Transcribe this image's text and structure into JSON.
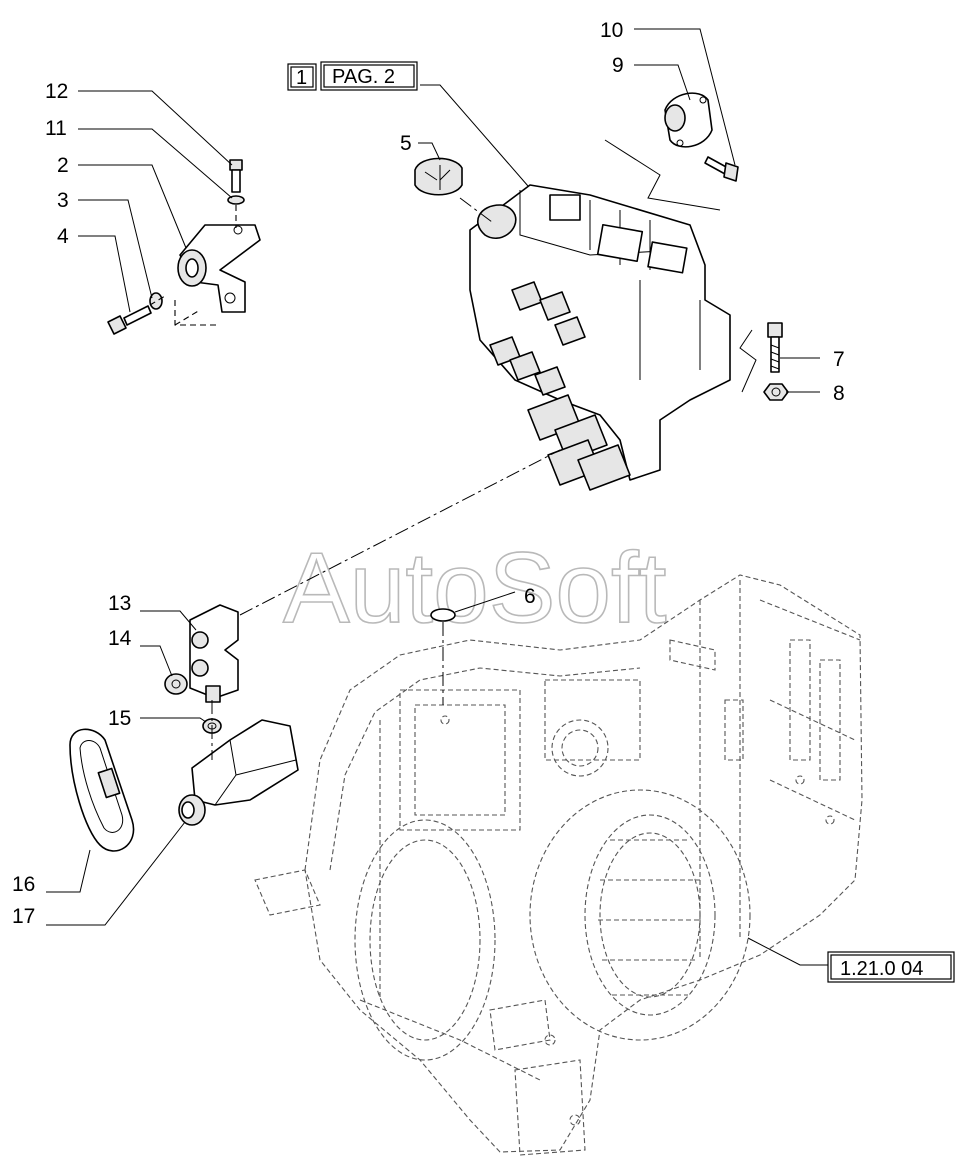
{
  "watermark": "AutoSoft",
  "part_numbers": [
    "1",
    "2",
    "3",
    "4",
    "5",
    "6",
    "7",
    "8",
    "9",
    "10",
    "11",
    "12",
    "13",
    "14",
    "15",
    "16",
    "17"
  ],
  "reference_boxes": {
    "sheet_number": "1",
    "page_ref": "PAG. 2",
    "group_ref": "1.21.0 04"
  }
}
